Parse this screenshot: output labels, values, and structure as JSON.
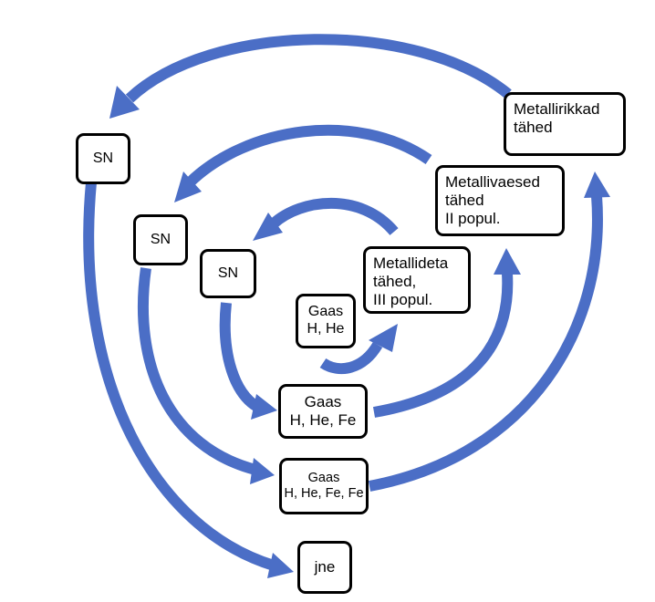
{
  "colors": {
    "arrow": "#4b6ec6",
    "box_border": "#000000",
    "background": "#ffffff"
  },
  "nodes": {
    "gas_he": {
      "line1": "Gaas",
      "line2": "H, He"
    },
    "pop3": {
      "line1": "Metallideta",
      "line2": "tähed,",
      "line3": "III popul."
    },
    "sn_inner": {
      "label": "SN"
    },
    "gas_fe": {
      "line1": "Gaas",
      "line2": "H, He, Fe"
    },
    "pop2": {
      "line1": "Metallivaesed",
      "line2": "tähed",
      "line3": "II popul."
    },
    "sn_middle": {
      "label": "SN"
    },
    "gas_fe_fe": {
      "line1": "Gaas",
      "line2": "H, He, Fe, Fe"
    },
    "metal_rich": {
      "line1": "Metallirikkad",
      "line2": "tähed"
    },
    "sn_outer": {
      "label": "SN"
    },
    "etc": {
      "label": "jne"
    }
  }
}
